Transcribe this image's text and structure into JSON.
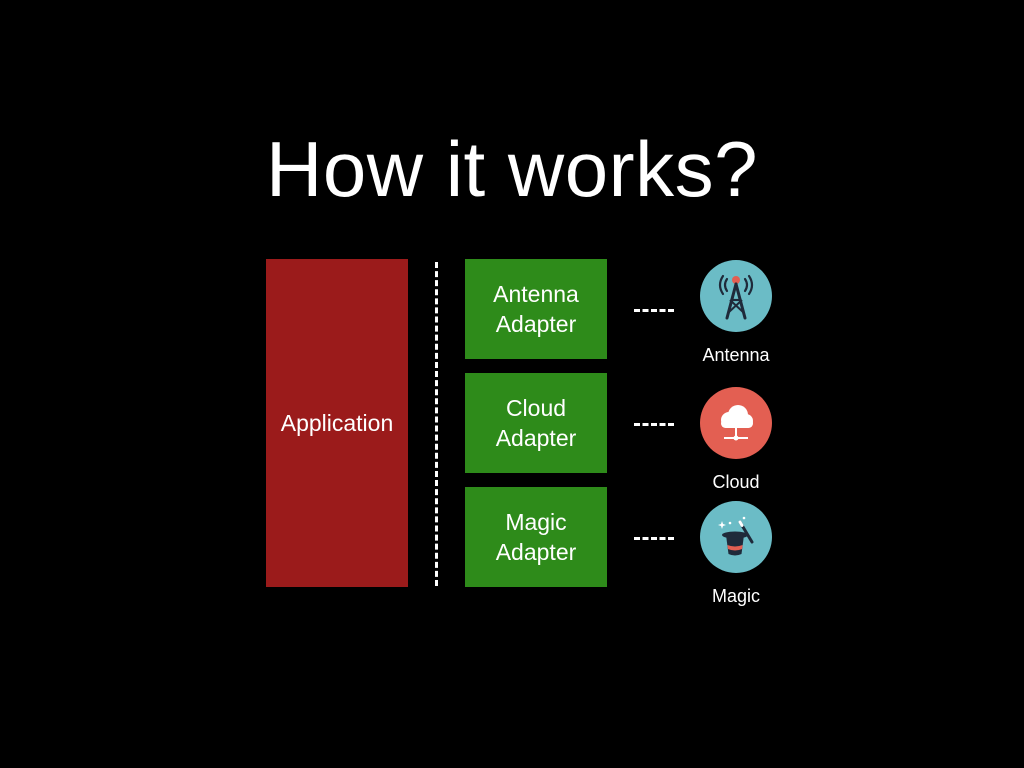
{
  "title": "How it works?",
  "application": {
    "label": "Application",
    "color": "#9b1b1b"
  },
  "adapters": [
    {
      "label": "Antenna\nAdapter",
      "color": "#2e8b1a"
    },
    {
      "label": "Cloud\nAdapter",
      "color": "#2e8b1a"
    },
    {
      "label": "Magic\nAdapter",
      "color": "#2e8b1a"
    }
  ],
  "services": [
    {
      "label": "Antenna",
      "icon": "antenna-tower-icon",
      "color": "#6bbcc6"
    },
    {
      "label": "Cloud",
      "icon": "cloud-icon",
      "color": "#e35f52"
    },
    {
      "label": "Magic",
      "icon": "magic-hat-icon",
      "color": "#6bbcc6"
    }
  ]
}
